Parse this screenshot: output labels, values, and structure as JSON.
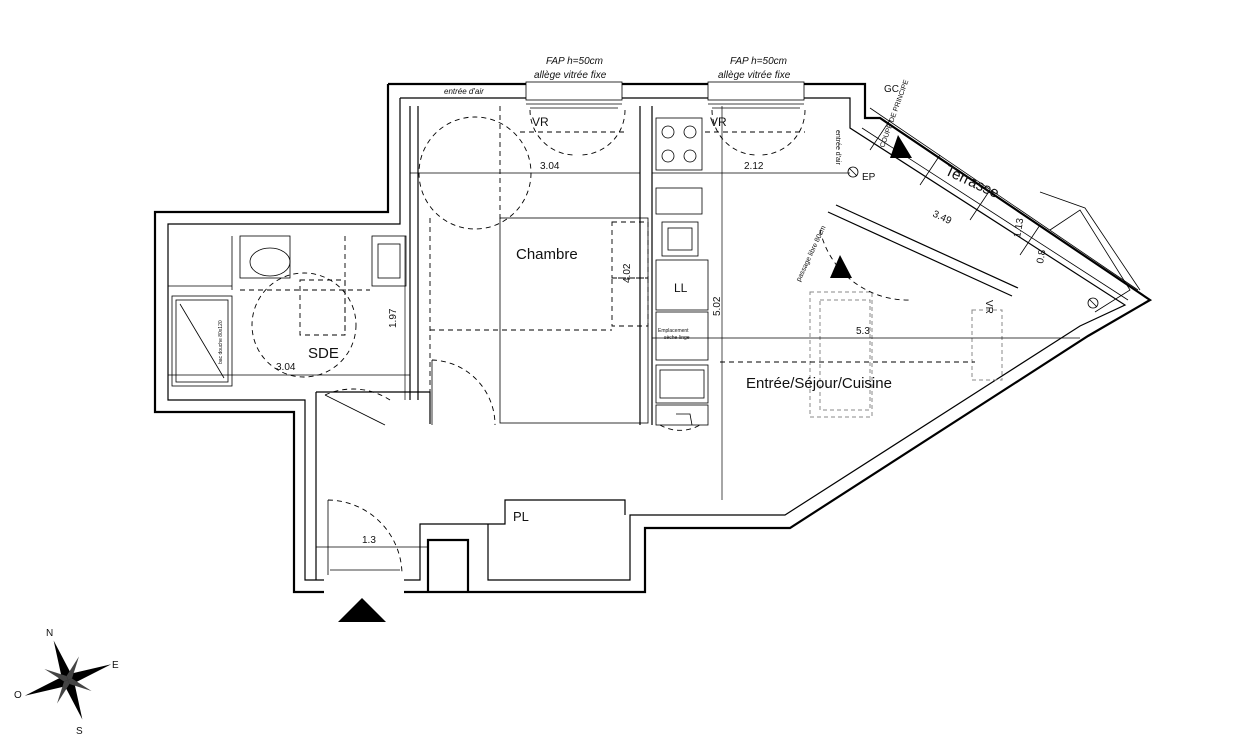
{
  "rooms": {
    "chambre": "Chambre",
    "sde": "SDE",
    "sejour": "Entrée/Séjour/Cuisine",
    "terrasse": "Terrasse",
    "ll": "LL",
    "pl": "PL",
    "gc": "GC",
    "ep": "EP",
    "vr_left": "VR",
    "vr_right": "VR",
    "vr_terrace": "VR"
  },
  "windows": {
    "left_line1": "FAP h=50cm",
    "left_line2": "allège vitrée fixe",
    "right_line1": "FAP h=50cm",
    "right_line2": "allège vitrée fixe"
  },
  "notes": {
    "entree_air_top": "entrée d'air",
    "entree_air_side": "entrée d'air",
    "coupe": "COUPE DE PRINCIPE",
    "passage": "passage libre 80cm",
    "emplacement_line1": "Emplacement",
    "emplacement_line2": "sèche-linge",
    "bac_douche": "bac douche 80x120"
  },
  "dimensions": {
    "chambre_width": "3.04",
    "sejour_width": "2.12",
    "sde_width": "3.04",
    "sde_depth": "1.97",
    "chambre_depth": "4.02",
    "sejour_depth": "5.02",
    "sejour_span": "5.3",
    "entry_width": "1.3",
    "terrasse_length": "3.49",
    "terrasse_depth": "1.13",
    "terrasse_small": "0.8"
  },
  "compass": {
    "north": "N",
    "east": "E",
    "south": "S",
    "west": "O"
  }
}
